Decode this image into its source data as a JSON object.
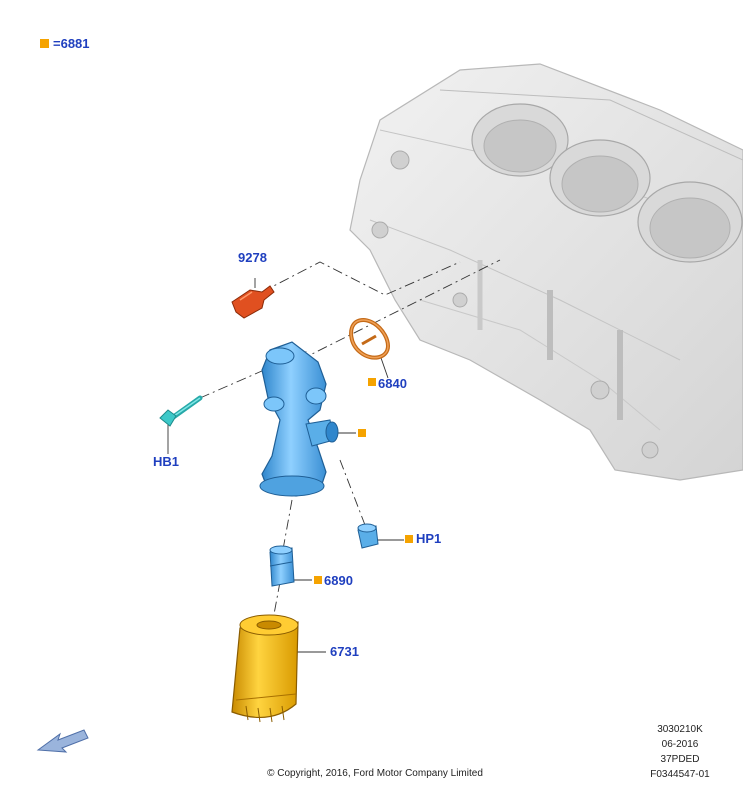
{
  "legend": {
    "symbol_color": "#f5a300",
    "text": "=6881"
  },
  "parts": {
    "p9278": "9278",
    "p6840": "6840",
    "hb1": "HB1",
    "hp1": "HP1",
    "p6890": "6890",
    "p6731": "6731"
  },
  "footer": {
    "copyright": "© Copyright, 2016, Ford Motor Company Limited",
    "code1": "3030210K",
    "date": "06-2016",
    "code2": "37PDED",
    "figure_id": "F0344547-01"
  },
  "colors": {
    "label": "#1f3fbf",
    "marker": "#f5a300",
    "housing": "#5aaee8",
    "filter": "#f0b400",
    "sensor": "#e05020",
    "gasket": "#d9822b",
    "bolt": "#3cc8c8",
    "block": "#e6e6e6"
  },
  "icons": {
    "orientation_arrow": "arrow-left-down-icon"
  }
}
